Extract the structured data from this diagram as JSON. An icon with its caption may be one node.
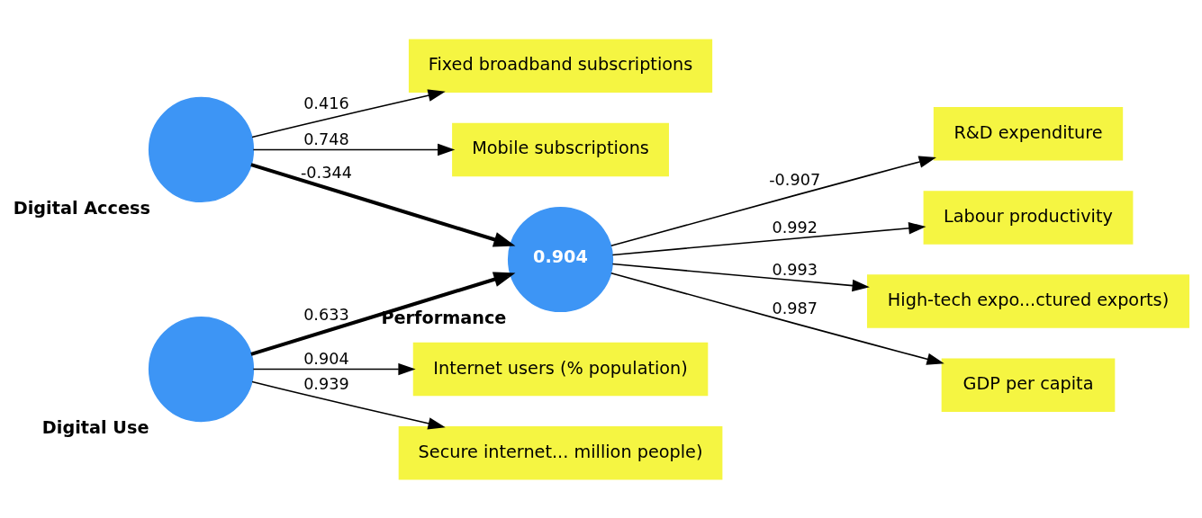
{
  "diagram": {
    "nodes": [
      {
        "text": [
          "Digital Access"
        ]
      },
      {
        "text": [
          "Fixed broadband subscriptions"
        ]
      },
      {
        "text": [
          "Mobile subscriptions"
        ]
      },
      {
        "text": [
          "Digital Use"
        ]
      },
      {
        "text": [
          "Internet users (% population)"
        ]
      },
      {
        "text": [
          "Secure internet... million people)"
        ]
      },
      {
        "text": [
          "Performance",
          "0.904"
        ]
      },
      {
        "text": [
          "R&D expenditure"
        ]
      },
      {
        "text": [
          "Labour productivity"
        ]
      },
      {
        "text": [
          "High-tech expo...ctured exports)"
        ]
      },
      {
        "text": [
          "GDP per capita"
        ]
      }
    ],
    "edges": [
      {
        "from": 0,
        "to": 1,
        "arrow": "to",
        "label": "0.416"
      },
      {
        "from": 0,
        "to": 2,
        "arrow": "to",
        "label": "0.748"
      },
      {
        "from": 3,
        "to": 4,
        "arrow": "to",
        "label": "0.904"
      },
      {
        "from": 3,
        "to": 5,
        "arrow": "to",
        "label": "0.939"
      },
      {
        "from": 0,
        "to": 6,
        "arrow": "to",
        "label": "-0.344",
        "style": "thick"
      },
      {
        "from": 3,
        "to": 6,
        "arrow": "to",
        "label": "0.633",
        "style": "thick"
      },
      {
        "from": 6,
        "to": 7,
        "arrow": "to",
        "label": "-0.907"
      },
      {
        "from": 6,
        "to": 8,
        "arrow": "to",
        "label": "0.992"
      },
      {
        "from": 6,
        "to": 9,
        "arrow": "to",
        "label": "0.993"
      },
      {
        "from": 6,
        "to": 10,
        "arrow": "to",
        "label": "0.987"
      }
    ]
  }
}
